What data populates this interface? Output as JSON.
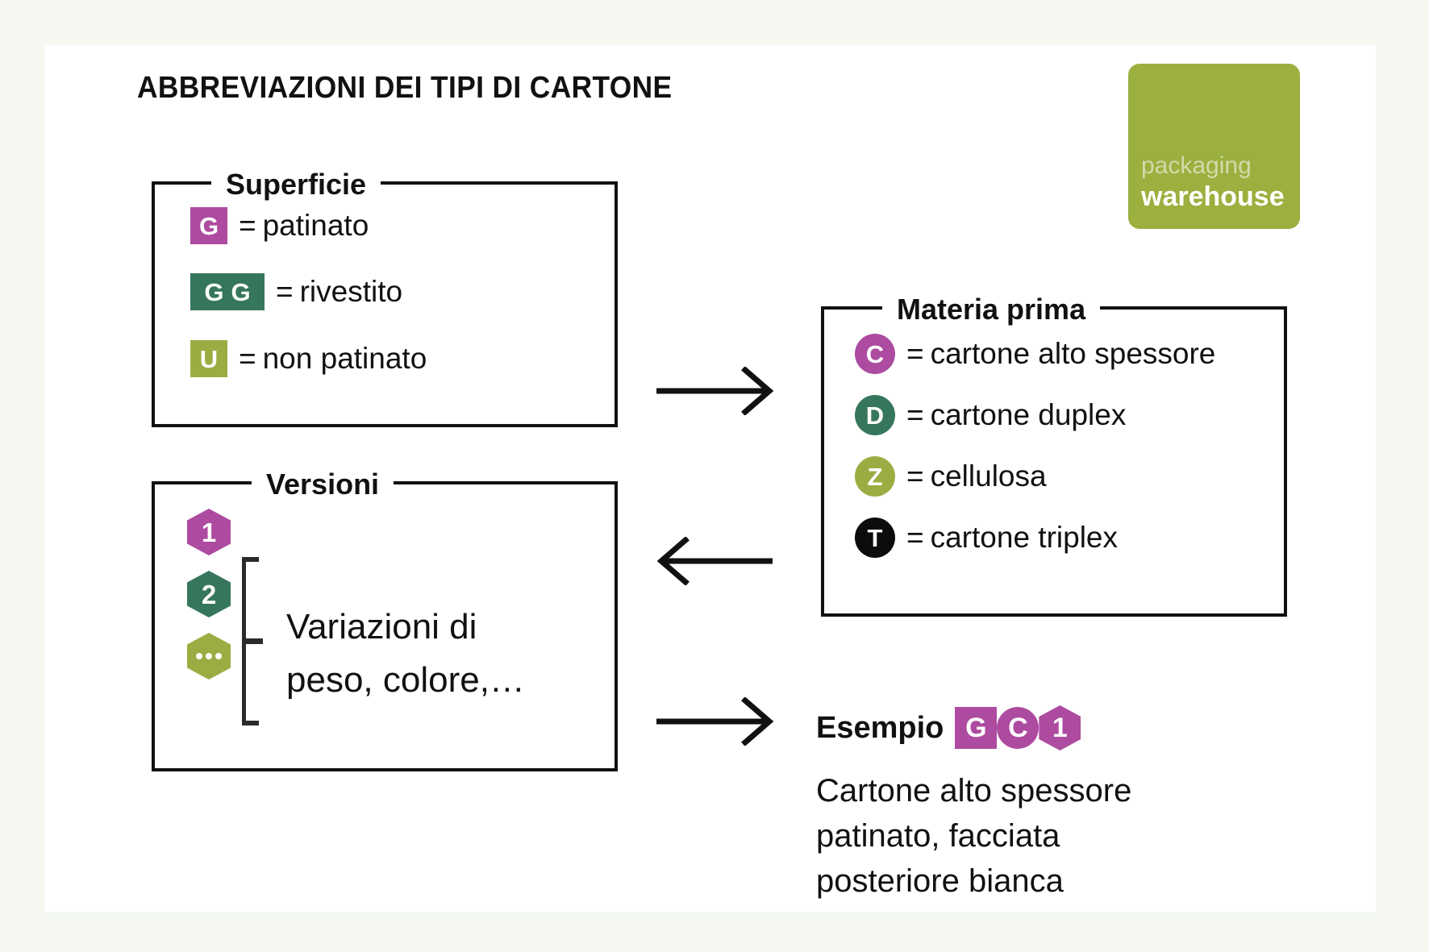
{
  "page": {
    "background_color": "#f4f8f1",
    "card_color": "#ffffff",
    "title": "ABBREVIAZIONI DEI TIPI DI CARTONE"
  },
  "logo": {
    "name": "packaging-warehouse-logo",
    "color": "#9bb03f",
    "line1": "packaging",
    "line2": "warehouse"
  },
  "palette": {
    "purple": "#ad4ba0",
    "green": "#36765c",
    "olive": "#9bad42",
    "black": "#0c0c0c",
    "line": "#111111"
  },
  "panels": {
    "superficie": {
      "legend": "Superficie",
      "rows": [
        {
          "badge": "G",
          "badge_shape": "square",
          "badge_color": "#ad4ba0",
          "eq": "=",
          "desc": "patinato"
        },
        {
          "badge": "GG",
          "badge_shape": "square-double",
          "badge_color": "#36765c",
          "eq": "=",
          "desc": "rivestito"
        },
        {
          "badge": "U",
          "badge_shape": "square",
          "badge_color": "#9bad42",
          "eq": "=",
          "desc": "non patinato"
        }
      ]
    },
    "materia_prima": {
      "legend": "Materia prima",
      "rows": [
        {
          "badge": "C",
          "badge_shape": "circle",
          "badge_color": "#ad4ba0",
          "eq": "=",
          "desc": "cartone alto spessore"
        },
        {
          "badge": "D",
          "badge_shape": "circle",
          "badge_color": "#36765c",
          "eq": "=",
          "desc": "cartone duplex"
        },
        {
          "badge": "Z",
          "badge_shape": "circle",
          "badge_color": "#9bad42",
          "eq": "=",
          "desc": "cellulosa"
        },
        {
          "badge": "T",
          "badge_shape": "circle",
          "badge_color": "#0c0c0c",
          "eq": "=",
          "desc": "cartone triplex"
        }
      ]
    },
    "versioni": {
      "legend": "Versioni",
      "badges": [
        {
          "badge": "1",
          "badge_shape": "hexagon",
          "badge_color": "#ad4ba0"
        },
        {
          "badge": "2",
          "badge_shape": "hexagon",
          "badge_color": "#36765c"
        },
        {
          "badge": "...",
          "badge_shape": "hexagon",
          "badge_color": "#9bad42"
        }
      ],
      "note": "Variazioni di\npeso, colore,…"
    }
  },
  "arrows": [
    {
      "name": "arrow-superficie-to-materia-prima",
      "direction": "right"
    },
    {
      "name": "arrow-materia-prima-to-versioni",
      "direction": "left"
    },
    {
      "name": "arrow-versioni-to-esempio",
      "direction": "right"
    }
  ],
  "esempio": {
    "label": "Esempio",
    "badges": [
      {
        "badge": "G",
        "badge_shape": "square",
        "badge_color": "#ad4ba0"
      },
      {
        "badge": "C",
        "badge_shape": "circle",
        "badge_color": "#ad4ba0"
      },
      {
        "badge": "1",
        "badge_shape": "hexagon",
        "badge_color": "#ad4ba0"
      }
    ],
    "description": "Cartone alto spessore\npatinato, facciata\nposteriore bianca"
  }
}
